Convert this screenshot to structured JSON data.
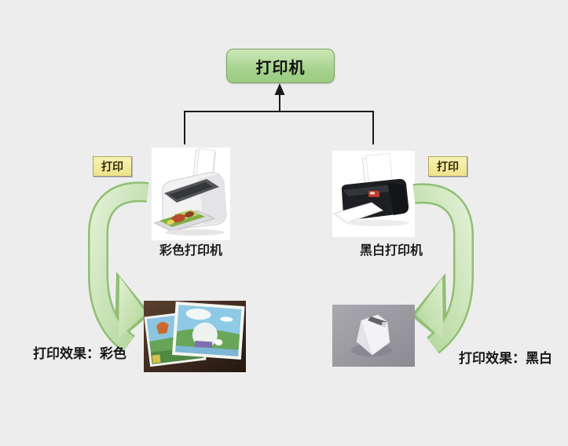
{
  "root_node": {
    "label": "打印机"
  },
  "branches": {
    "color": {
      "badge": "打印",
      "caption": "彩色打印机",
      "result_caption": "打印效果：彩色"
    },
    "bw": {
      "badge": "打印",
      "caption": "黑白打印机",
      "result_caption": "打印效果：黑白"
    }
  },
  "colors": {
    "background": "#ededed",
    "node_fill": "#a5d28d",
    "node_border": "#7aa563",
    "badge_fill": "#f5efa3",
    "badge_border": "#b5a55e",
    "arrow_fill_light": "#d9ebc8",
    "arrow_fill_dark": "#b3d79a",
    "arrow_outline": "#8fbf73",
    "connector": "#1a1a1a"
  }
}
